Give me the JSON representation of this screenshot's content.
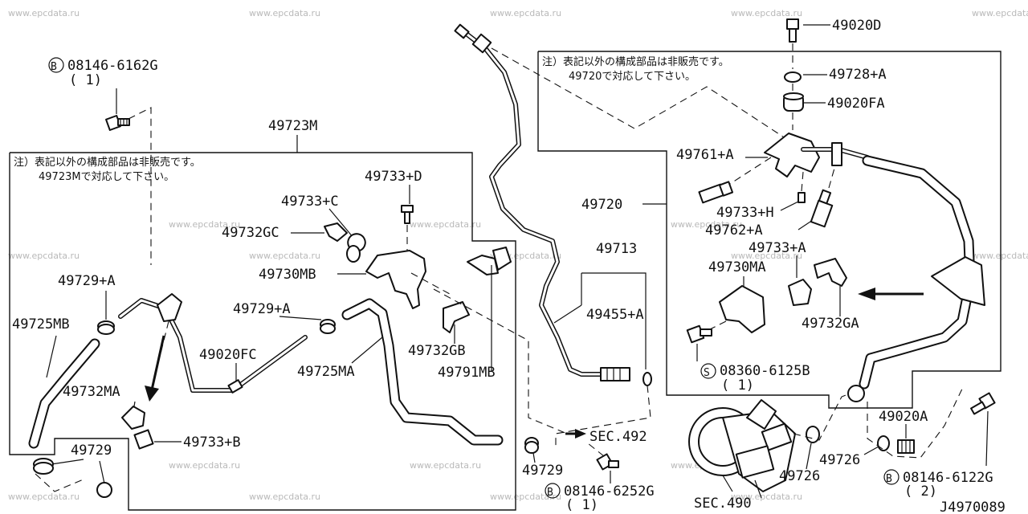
{
  "watermark": "www.epcdata.ru",
  "notes": {
    "left_line1": "注）表記以外の構成部品は非販売です。",
    "left_line2": "49723Mで対応して下さい。",
    "right_line1": "注）表記以外の構成部品は非販売です。",
    "right_line2": "49720で対応して下さい。"
  },
  "labels": {
    "b1_code": "08146-6162G",
    "b1_qty": "( 1)",
    "p49723M": "49723M",
    "p49733D": "49733+D",
    "p49733C": "49733+C",
    "p49732GC": "49732GC",
    "p49730MB": "49730MB",
    "p49729A_left": "49729+A",
    "p49729A_mid": "49729+A",
    "p49725MB": "49725MB",
    "p49020FC": "49020FC",
    "p49725MA": "49725MA",
    "p49732GB": "49732GB",
    "p49791MB": "49791MB",
    "p49732MA": "49732MA",
    "p49733B": "49733+B",
    "p49729_left": "49729",
    "p49713": "49713",
    "p49455A": "49455+A",
    "p49720": "49720",
    "sec492": "SEC.492",
    "p49729_mid": "49729",
    "b2_code": "08146-6252G",
    "b2_qty": "( 1)",
    "p49020D": "49020D",
    "p49728A": "49728+A",
    "p49020FA": "49020FA",
    "p49761A": "49761+A",
    "p49733H": "49733+H",
    "p49762A": "49762+A",
    "p49733A": "49733+A",
    "p49730MA": "49730MA",
    "p49732GA": "49732GA",
    "s_code": "08360-6125B",
    "s_qty": "( 1)",
    "p49020A": "49020A",
    "p49726_a": "49726",
    "p49726_b": "49726",
    "b3_code": "08146-6122G",
    "b3_qty": "( 2)",
    "sec490": "SEC.490",
    "drawing_no": "J4970089"
  },
  "symbols": {
    "bolt_b": "B",
    "bolt_s": "S"
  }
}
